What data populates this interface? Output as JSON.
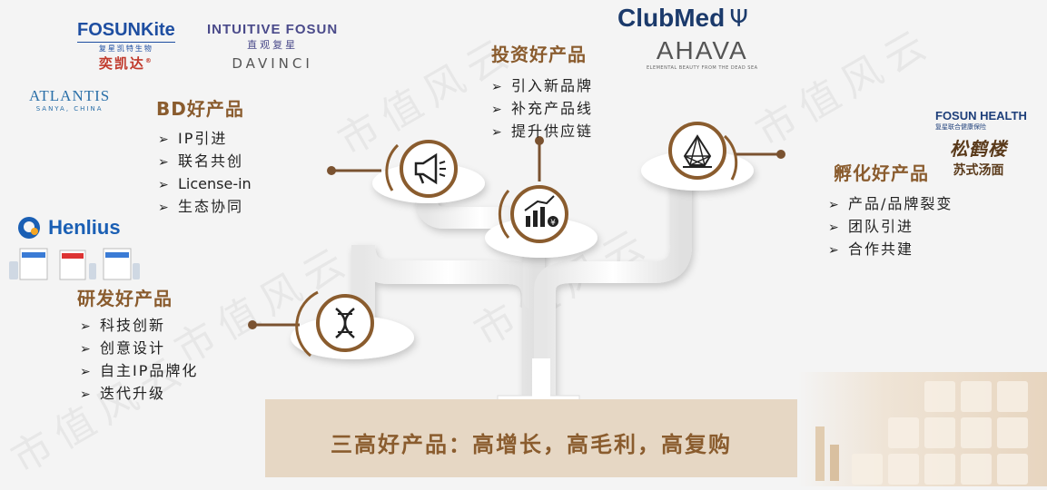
{
  "logos": {
    "fosunkite": "FOSUNKite",
    "fosunkite_sub": "复星凯特生物",
    "fosunkite_cn": "奕凯达",
    "intuitive": "INTUITIVE FOSUN",
    "intuitive_cn": "直观复星",
    "davinci": "DAVINCI",
    "atlantis": "ATLANTIS",
    "atlantis_sub": "SANYA, CHINA",
    "henlius": "Henlius",
    "clubmed": "ClubMed",
    "ahava": "AHAVA",
    "ahava_sub": "ELEMENTAL BEAUTY FROM THE DEAD SEA",
    "fosunhealth": "FOSUN HEALTH",
    "fosunhealth_sub": "复星联合健康保险",
    "songhelou": "松鹤楼",
    "suzhou_noodle": "苏式汤面"
  },
  "sections": {
    "bd": {
      "title": "BD好产品",
      "items": [
        "IP引进",
        "联名共创",
        "License-in",
        "生态协同"
      ]
    },
    "invest": {
      "title": "投资好产品",
      "items": [
        "引入新品牌",
        "补充产品线",
        "提升供应链"
      ]
    },
    "incubate": {
      "title": "孵化好产品",
      "items": [
        "产品/品牌裂变",
        "团队引进",
        "合作共建"
      ]
    },
    "rnd": {
      "title": "研发好产品",
      "items": [
        "科技创新",
        "创意设计",
        "自主IP品牌化",
        "迭代升级"
      ]
    }
  },
  "bottom_banner": "三高好产品：高增长，高毛利，高复购",
  "watermark": "市值风云",
  "colors": {
    "brown": "#8a5c2e",
    "banner": "#e6d7c4",
    "line": "#7a5230"
  },
  "icons": [
    "megaphone-icon",
    "growth-chart-icon",
    "network-diamond-icon",
    "dna-icon"
  ]
}
